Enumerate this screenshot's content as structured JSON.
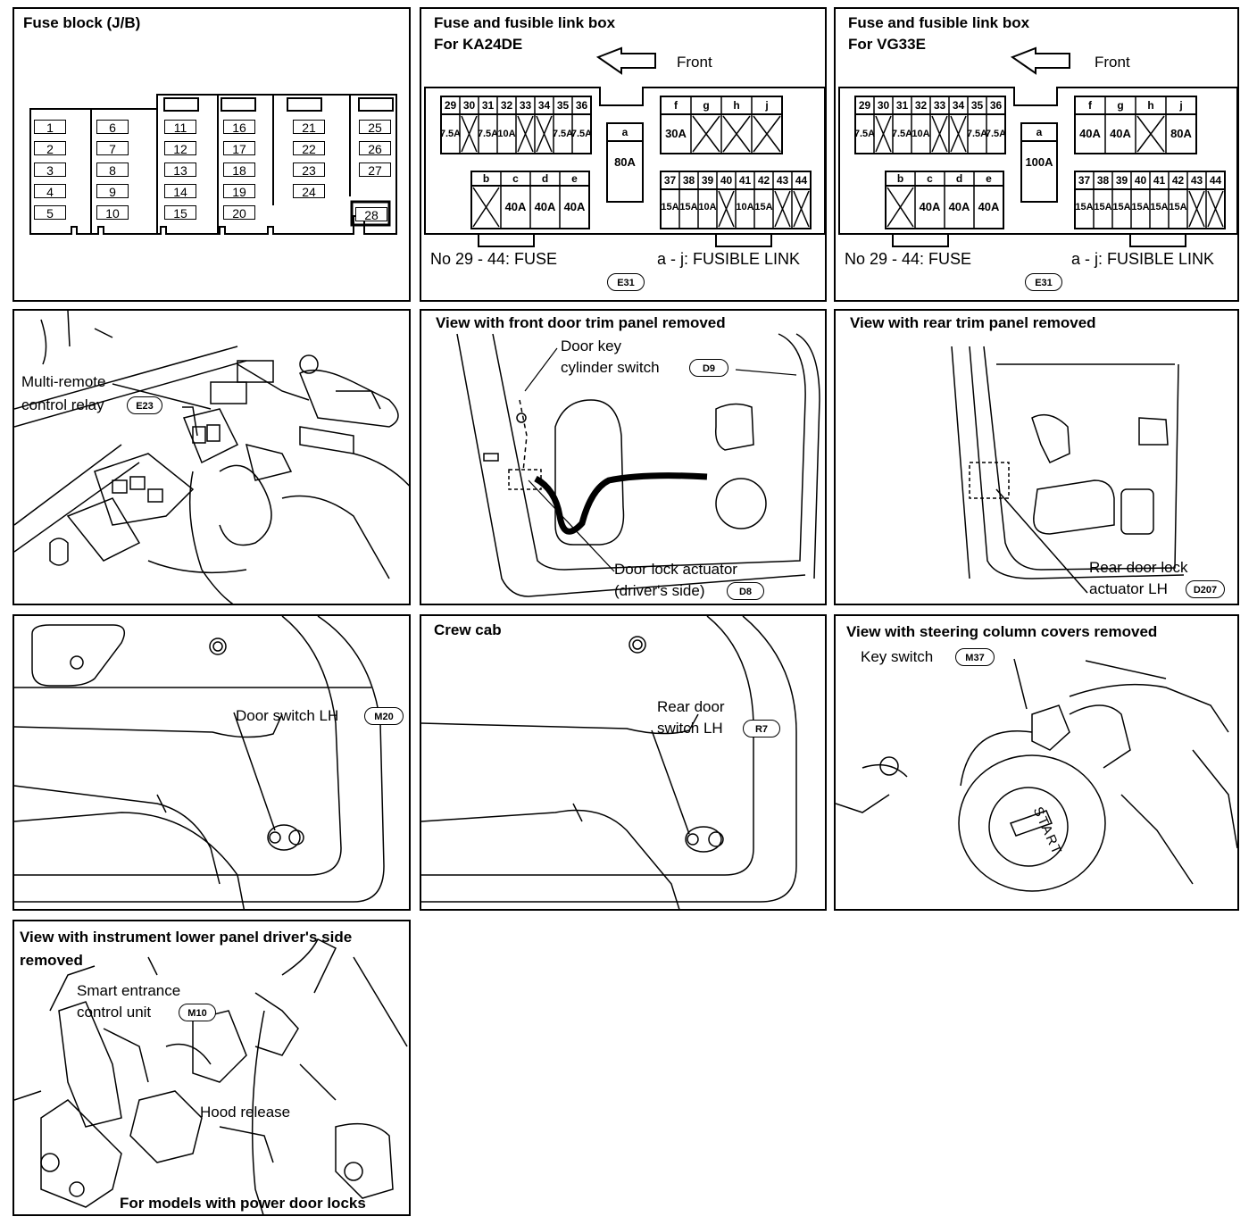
{
  "p1": {
    "title": "Fuse block (J/B)",
    "fuses": [
      "1",
      "2",
      "3",
      "4",
      "5",
      "6",
      "7",
      "8",
      "9",
      "10",
      "11",
      "12",
      "13",
      "14",
      "15",
      "16",
      "17",
      "18",
      "19",
      "20",
      "21",
      "22",
      "23",
      "24",
      "25",
      "26",
      "27",
      "28"
    ]
  },
  "p2": {
    "title1": "Fuse and fusible link box",
    "title2": "For KA24DE",
    "front": "Front",
    "fuse_nums_top": [
      "29",
      "30",
      "31",
      "32",
      "33",
      "34",
      "35",
      "36"
    ],
    "fuse_amps_top": [
      "7.5A",
      "",
      "7.5A",
      "10A",
      "",
      "",
      "7.5A",
      "7.5A"
    ],
    "link_a": "a",
    "link_a_amp": "80A",
    "links_fj": [
      "f",
      "g",
      "h",
      "j"
    ],
    "links_fj_amp": [
      "30A",
      "",
      "",
      ""
    ],
    "links_be": [
      "b",
      "c",
      "d",
      "e"
    ],
    "links_be_amp": [
      "",
      "40A",
      "40A",
      "40A"
    ],
    "fuse_nums_bot": [
      "37",
      "38",
      "39",
      "40",
      "41",
      "42",
      "43",
      "44"
    ],
    "fuse_amps_bot": [
      "15A",
      "15A",
      "10A",
      "",
      "10A",
      "15A",
      "",
      ""
    ],
    "foot_left": "No 29 - 44:  FUSE",
    "foot_right": "a - j:  FUSIBLE LINK",
    "connector": "E31"
  },
  "p3": {
    "title1": "Fuse and fusible link box",
    "title2": "For VG33E",
    "front": "Front",
    "fuse_nums_top": [
      "29",
      "30",
      "31",
      "32",
      "33",
      "34",
      "35",
      "36"
    ],
    "fuse_amps_top": [
      "7.5A",
      "",
      "7.5A",
      "10A",
      "",
      "",
      "7.5A",
      "7.5A"
    ],
    "link_a": "a",
    "link_a_amp": "100A",
    "links_fj": [
      "f",
      "g",
      "h",
      "j"
    ],
    "links_fj_amp": [
      "40A",
      "40A",
      "",
      "80A"
    ],
    "links_be": [
      "b",
      "c",
      "d",
      "e"
    ],
    "links_be_amp": [
      "",
      "40A",
      "40A",
      "40A"
    ],
    "fuse_nums_bot": [
      "37",
      "38",
      "39",
      "40",
      "41",
      "42",
      "43",
      "44"
    ],
    "fuse_amps_bot": [
      "15A",
      "15A",
      "15A",
      "15A",
      "15A",
      "15A",
      "",
      ""
    ],
    "foot_left": "No 29 - 44:  FUSE",
    "foot_right": "a - j:  FUSIBLE LINK",
    "connector": "E31"
  },
  "p4": {
    "label1": "Multi-remote",
    "label2": "control relay",
    "connector": "E23"
  },
  "p5": {
    "title": "View with front door trim panel removed",
    "label1": "Door key",
    "label2": "cylinder switch",
    "connector1": "D9",
    "label3": "Door lock actuator",
    "label4": "(driver's side)",
    "connector2": "D8"
  },
  "p6": {
    "title": "View with rear trim panel removed",
    "label1": "Rear door lock",
    "label2": "actuator LH",
    "connector": "D207"
  },
  "p7": {
    "label": "Door switch LH",
    "connector": "M20"
  },
  "p8": {
    "title": "Crew cab",
    "label1": "Rear door",
    "label2": "switch LH",
    "connector": "R7"
  },
  "p9": {
    "title": "View with steering column covers removed",
    "label": "Key switch",
    "connector": "M37",
    "start": "START"
  },
  "p10": {
    "title1": "View with instrument lower panel driver's side",
    "title2": "removed",
    "label1": "Smart entrance",
    "label2": "control unit",
    "connector": "M10",
    "label3": "Hood release",
    "footer": "For models with power door locks"
  }
}
